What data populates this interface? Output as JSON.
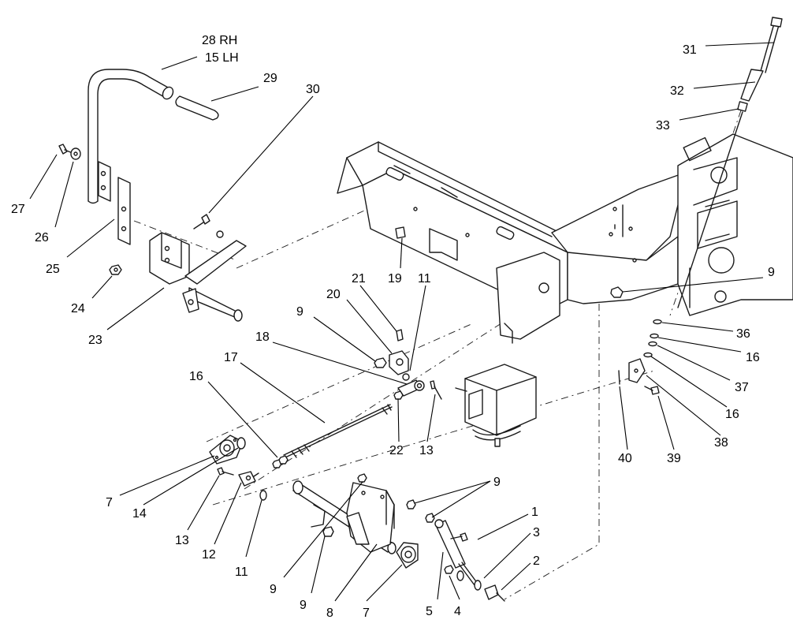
{
  "callouts": {
    "c1": "1",
    "c2": "2",
    "c3": "3",
    "c4": "4",
    "c5": "5",
    "c7a": "7",
    "c7b": "7",
    "c8": "8",
    "c9a": "9",
    "c9b": "9",
    "c9c": "9",
    "c9d": "9",
    "c9e": "9",
    "c11a": "11",
    "c11b": "11",
    "c12": "12",
    "c13a": "13",
    "c13b": "13",
    "c14": "14",
    "c16a": "16",
    "c16b": "16",
    "c16c": "16",
    "c17": "17",
    "c18": "18",
    "c19": "19",
    "c20": "20",
    "c21": "21",
    "c22": "22",
    "c23": "23",
    "c24": "24",
    "c25": "25",
    "c26": "26",
    "c27": "27",
    "c28": "28 RH",
    "c15": "15 LH",
    "c29": "29",
    "c30": "30",
    "c31": "31",
    "c32": "32",
    "c33": "33",
    "c36": "36",
    "c37": "37",
    "c38": "38",
    "c39": "39",
    "c40": "40"
  }
}
